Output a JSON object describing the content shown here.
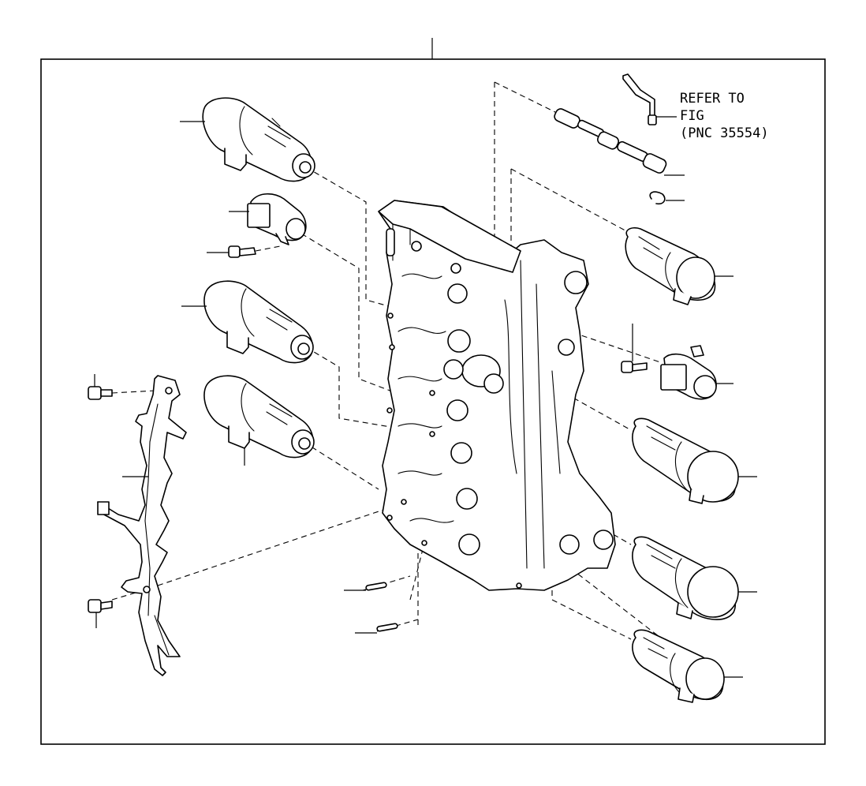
{
  "diagram": {
    "note": {
      "lines": [
        "REFER TO",
        "FIG",
        "(PNC 35554)"
      ]
    },
    "colors": {
      "line": "#000000",
      "background": "#ffffff"
    }
  }
}
